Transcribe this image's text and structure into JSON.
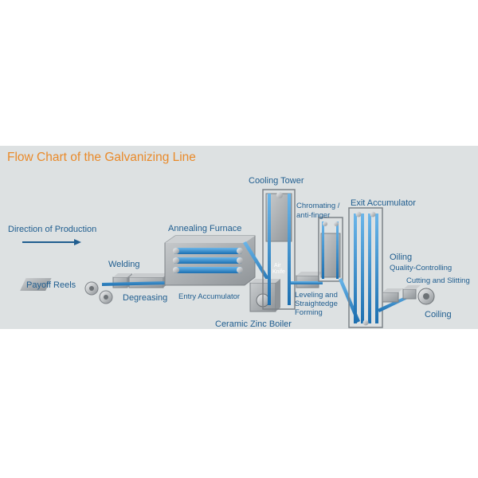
{
  "title": "Flow Chart of the Galvanizing Line",
  "colors": {
    "title": "#e98a2a",
    "label": "#1f5d8f",
    "strip": "#2f8fd0",
    "panel_bg": "#dde1e2",
    "machine": "#a9aeb2"
  },
  "direction": {
    "label": "Direction of Production",
    "icon": "arrow-right-icon"
  },
  "stages": {
    "payoff_reels": "Payoff Reels",
    "welding": "Welding",
    "degreasing": "Degreasing",
    "annealing_furnace": "Annealing Furnace",
    "entry_accumulator": "Entry Accumulator",
    "ceramic_zinc_boiler": "Ceramic Zinc Boiler",
    "air_knife_line1": "Air",
    "air_knife_line2": "Knife",
    "cooling_tower": "Cooling Tower",
    "chromating_line1": "Chromating /",
    "chromating_line2": "anti-finger",
    "leveling_line1": "Leveling and",
    "leveling_line2": "Straightedge",
    "leveling_line3": "Forming",
    "exit_accumulator": "Exit Accumulator",
    "oiling": "Oiling",
    "quality_controlling": "Quality-Controlling",
    "cutting_slitting": "Cutting and Slitting",
    "coiling": "Coiling"
  }
}
